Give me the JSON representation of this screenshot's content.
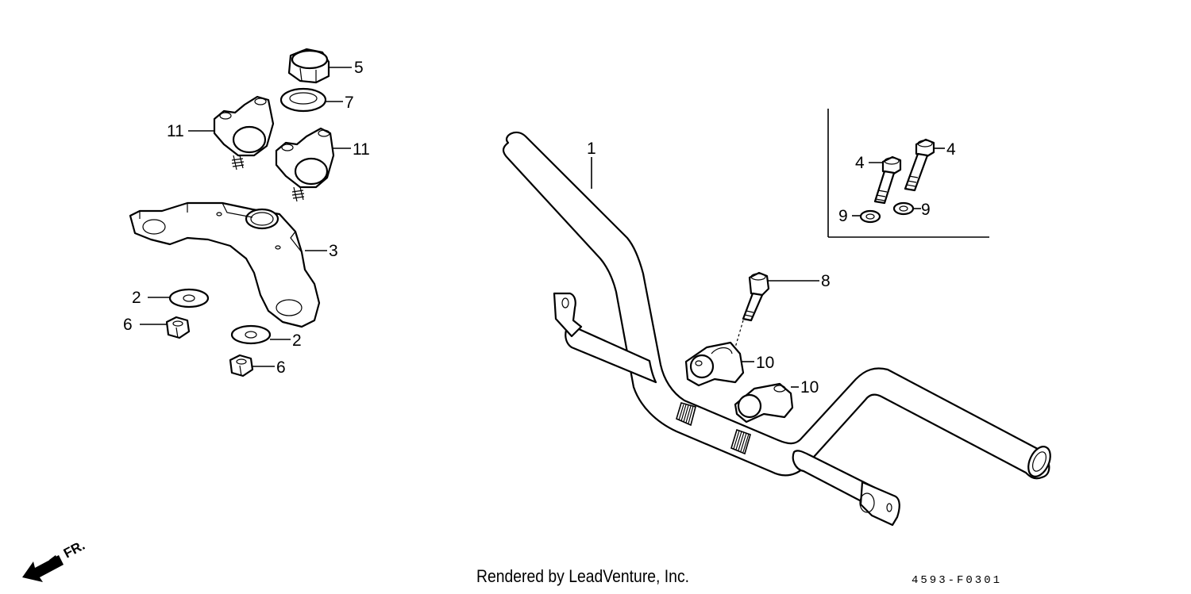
{
  "callouts": {
    "c1": "1",
    "c2a": "2",
    "c2b": "2",
    "c3": "3",
    "c4a": "4",
    "c4b": "4",
    "c5": "5",
    "c6a": "6",
    "c6b": "6",
    "c7": "7",
    "c8": "8",
    "c9a": "9",
    "c9b": "9",
    "c10a": "10",
    "c10b": "10",
    "c11a": "11",
    "c11b": "11"
  },
  "direction": {
    "label": "FR."
  },
  "footer": {
    "credit": "Rendered by LeadVenture, Inc.",
    "code": "4593-F0301"
  },
  "icons": {
    "direction": "arrow-left-down-icon"
  }
}
